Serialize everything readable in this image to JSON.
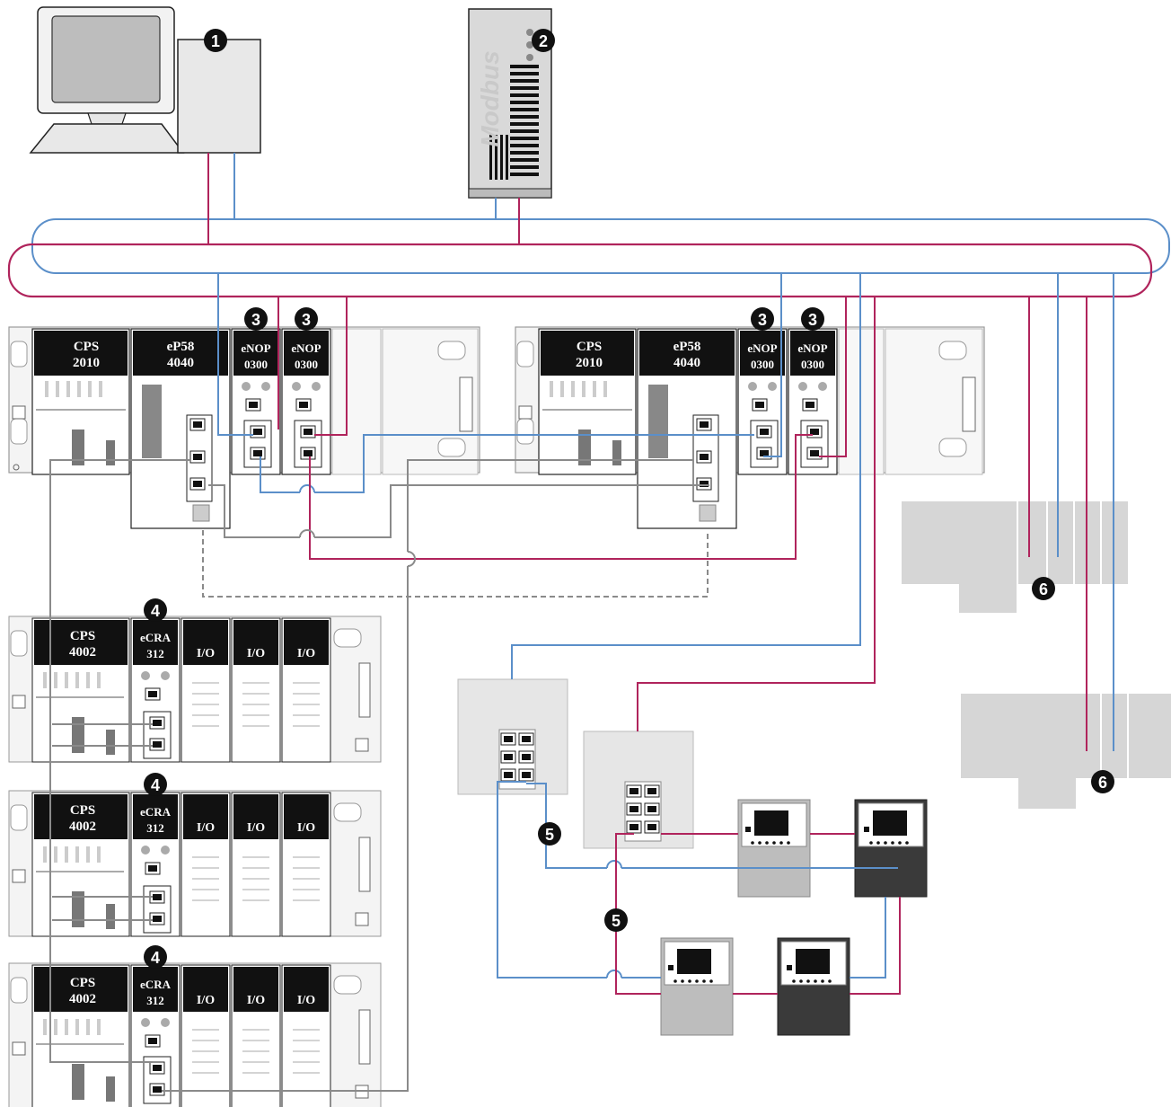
{
  "callouts": {
    "c1": "1",
    "c2": "2",
    "c3": "3",
    "c4": "4",
    "c5": "5",
    "c6": "6"
  },
  "server": {
    "brand": "Modbus"
  },
  "rack1": {
    "cps_line1": "CPS",
    "cps_line2": "2010",
    "cpu_line1": "eP58",
    "cpu_line2": "4040",
    "nop_line1": "eNOP",
    "nop_line2": "0300"
  },
  "rack2": {
    "cps_line1": "CPS",
    "cps_line2": "2010",
    "cpu_line1": "eP58",
    "cpu_line2": "4040",
    "nop_line1": "eNOP",
    "nop_line2": "0300"
  },
  "drops": [
    {
      "cps_line1": "CPS",
      "cps_line2": "4002",
      "cra_line1": "eCRA",
      "cra_line2": "312",
      "io": "I/O"
    },
    {
      "cps_line1": "CPS",
      "cps_line2": "4002",
      "cra_line1": "eCRA",
      "cra_line2": "312",
      "io": "I/O"
    },
    {
      "cps_line1": "CPS",
      "cps_line2": "4002",
      "cra_line1": "eCRA",
      "cra_line2": "312",
      "io": "I/O"
    }
  ],
  "colors": {
    "red_network": "#b0245c",
    "blue_network": "#5b8fc9",
    "gray_link": "#8a8a8a"
  }
}
